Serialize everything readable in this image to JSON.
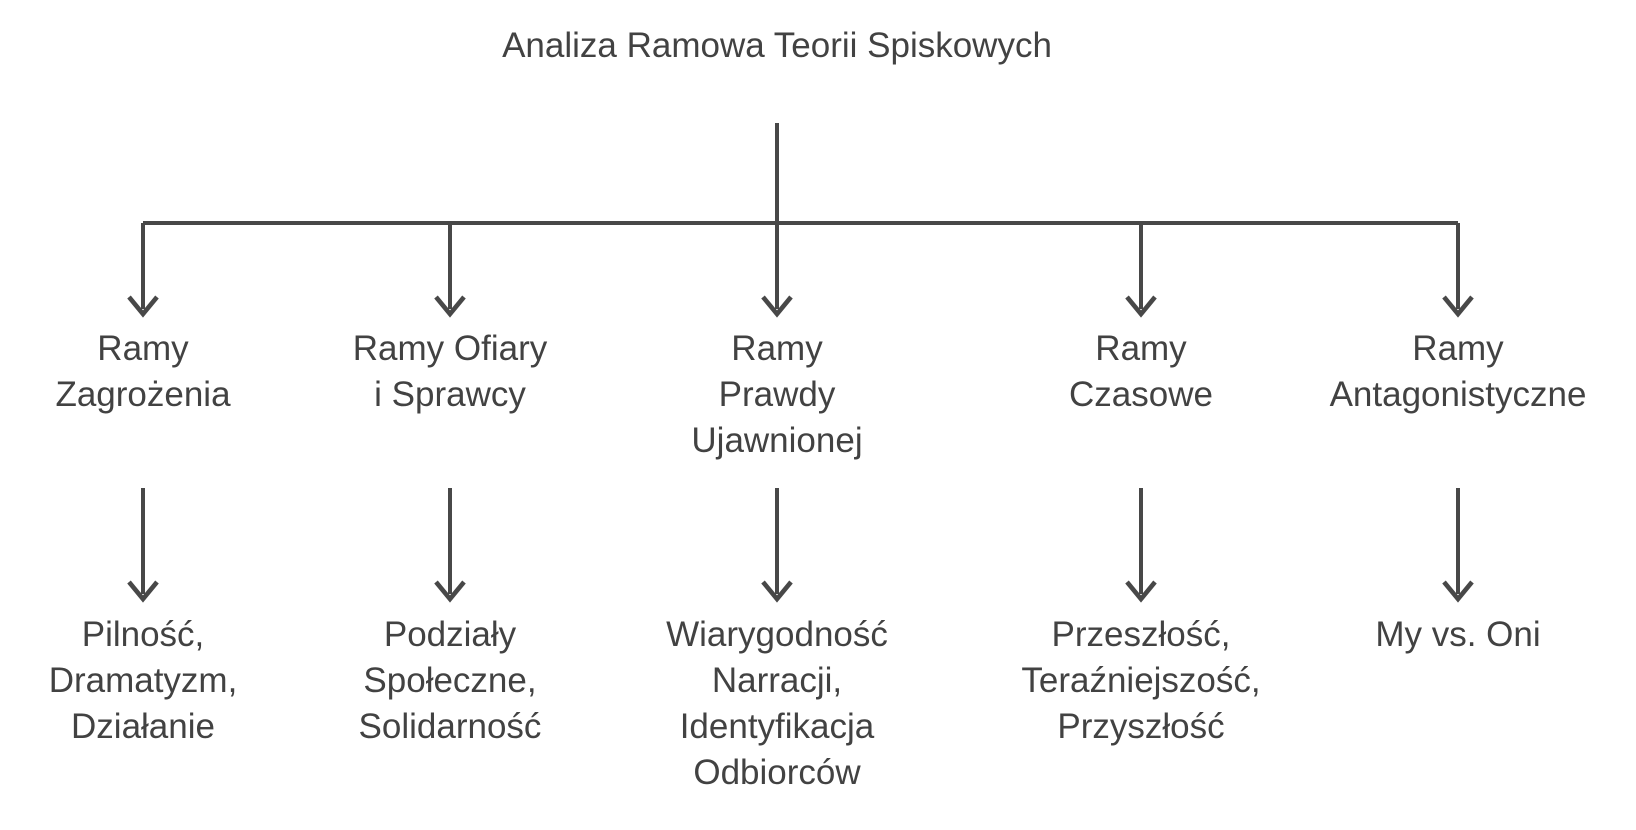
{
  "title": "Analiza Ramowa Teorii Spiskowych",
  "colors": {
    "text": "#424242",
    "line": "#484848",
    "background": "#ffffff"
  },
  "icons": {
    "arrowhead": "chevron-down-arrow"
  },
  "branches": [
    {
      "label": "Ramy\nZagrożenia",
      "details": "Pilność,\nDramatyzm,\nDziałanie"
    },
    {
      "label": "Ramy Ofiary\ni Sprawcy",
      "details": "Podziały\nSpołeczne,\nSolidarność"
    },
    {
      "label": "Ramy\nPrawdy\nUjawnionej",
      "details": "Wiarygodność\nNarracji,\nIdentyfikacja\nOdbiorców"
    },
    {
      "label": "Ramy\nCzasowe",
      "details": "Przeszłość,\nTeraźniejszość,\nPrzyszłość"
    },
    {
      "label": "Ramy\nAntagonistyczne",
      "details": "My vs. Oni"
    }
  ]
}
